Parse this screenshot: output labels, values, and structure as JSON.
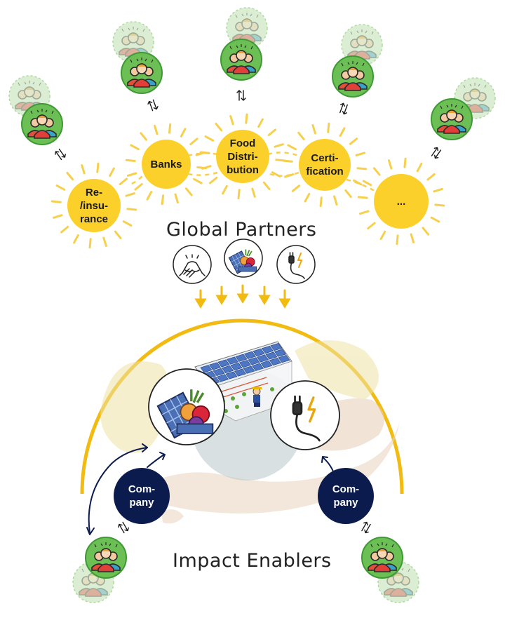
{
  "colors": {
    "sun": "#fcd02a",
    "sun_ray": "#f6d04d",
    "arc": "#f1bb12",
    "navy": "#0c1b4d",
    "group_green": "#6cbf55",
    "group_green_border": "#3e9a35",
    "group_ghost": "#cde8c2"
  },
  "global_partners": {
    "title": "Global Partners",
    "suns": [
      {
        "label": "Re-\n/insu-\nrance"
      },
      {
        "label": "Banks"
      },
      {
        "label": "Food\nDistri-\nbution"
      },
      {
        "label": "Certi-\nfication"
      },
      {
        "label": "..."
      }
    ],
    "icons": [
      "handshake-icon",
      "food-basket-icon",
      "electricity-plug-icon"
    ]
  },
  "impact_enablers": {
    "title": "Impact Enablers",
    "companies": [
      {
        "label": "Com-\npany"
      },
      {
        "label": "Com-\npany"
      }
    ],
    "icons": [
      "food-basket-icon",
      "electricity-plug-icon"
    ]
  },
  "community_icon": "community-group-icon",
  "exchange_icon": "exchange-arrows-icon"
}
